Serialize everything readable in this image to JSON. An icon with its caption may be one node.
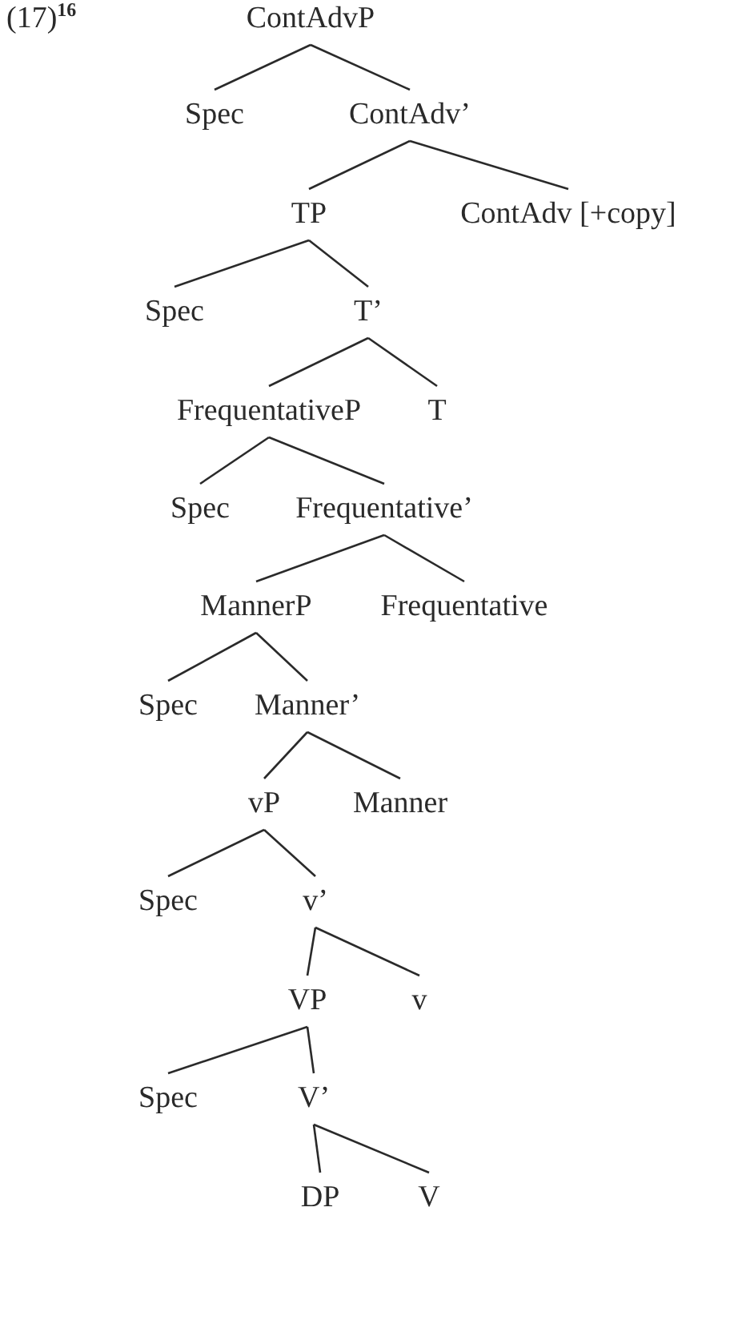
{
  "diagram": {
    "nodes": [
      {
        "text": [
          "ContAdvP"
        ]
      },
      {
        "text": [
          "Spec"
        ]
      },
      {
        "text": [
          "ContAdv’"
        ]
      },
      {
        "text": [
          "TP"
        ]
      },
      {
        "text": [
          "ContAdv [+copy]"
        ]
      },
      {
        "text": [
          "Spec"
        ]
      },
      {
        "text": [
          "T’"
        ]
      },
      {
        "text": [
          "FrequentativeP"
        ]
      },
      {
        "text": [
          "T"
        ]
      },
      {
        "text": [
          "Spec"
        ]
      },
      {
        "text": [
          "Frequentative’"
        ]
      },
      {
        "text": [
          "MannerP"
        ]
      },
      {
        "text": [
          "Frequentative"
        ]
      },
      {
        "text": [
          "Spec"
        ]
      },
      {
        "text": [
          "Manner’"
        ]
      },
      {
        "text": [
          "vP"
        ]
      },
      {
        "text": [
          "Manner"
        ]
      },
      {
        "text": [
          "Spec"
        ]
      },
      {
        "text": [
          "v’"
        ]
      },
      {
        "text": [
          "VP"
        ]
      },
      {
        "text": [
          "v"
        ]
      },
      {
        "text": [
          "Spec"
        ]
      },
      {
        "text": [
          "V’"
        ]
      },
      {
        "text": [
          "DP"
        ]
      },
      {
        "text": [
          "V"
        ]
      }
    ],
    "edges": [
      {
        "from": 0,
        "to": 1,
        "arrow": "none"
      },
      {
        "from": 0,
        "to": 2,
        "arrow": "none"
      },
      {
        "from": 2,
        "to": 3,
        "arrow": "none"
      },
      {
        "from": 2,
        "to": 4,
        "arrow": "none"
      },
      {
        "from": 3,
        "to": 5,
        "arrow": "none"
      },
      {
        "from": 3,
        "to": 6,
        "arrow": "none"
      },
      {
        "from": 6,
        "to": 7,
        "arrow": "none"
      },
      {
        "from": 6,
        "to": 8,
        "arrow": "none"
      },
      {
        "from": 7,
        "to": 9,
        "arrow": "none"
      },
      {
        "from": 7,
        "to": 10,
        "arrow": "none"
      },
      {
        "from": 10,
        "to": 11,
        "arrow": "none"
      },
      {
        "from": 10,
        "to": 12,
        "arrow": "none"
      },
      {
        "from": 11,
        "to": 13,
        "arrow": "none"
      },
      {
        "from": 11,
        "to": 14,
        "arrow": "none"
      },
      {
        "from": 14,
        "to": 15,
        "arrow": "none"
      },
      {
        "from": 14,
        "to": 16,
        "arrow": "none"
      },
      {
        "from": 15,
        "to": 17,
        "arrow": "none"
      },
      {
        "from": 15,
        "to": 18,
        "arrow": "none"
      },
      {
        "from": 18,
        "to": 19,
        "arrow": "none"
      },
      {
        "from": 18,
        "to": 20,
        "arrow": "none"
      },
      {
        "from": 19,
        "to": 21,
        "arrow": "none"
      },
      {
        "from": 19,
        "to": 22,
        "arrow": "none"
      },
      {
        "from": 22,
        "to": 23,
        "arrow": "none"
      },
      {
        "from": 22,
        "to": 24,
        "arrow": "none"
      }
    ],
    "labels": [
      "(17)$^{16}$"
    ]
  }
}
